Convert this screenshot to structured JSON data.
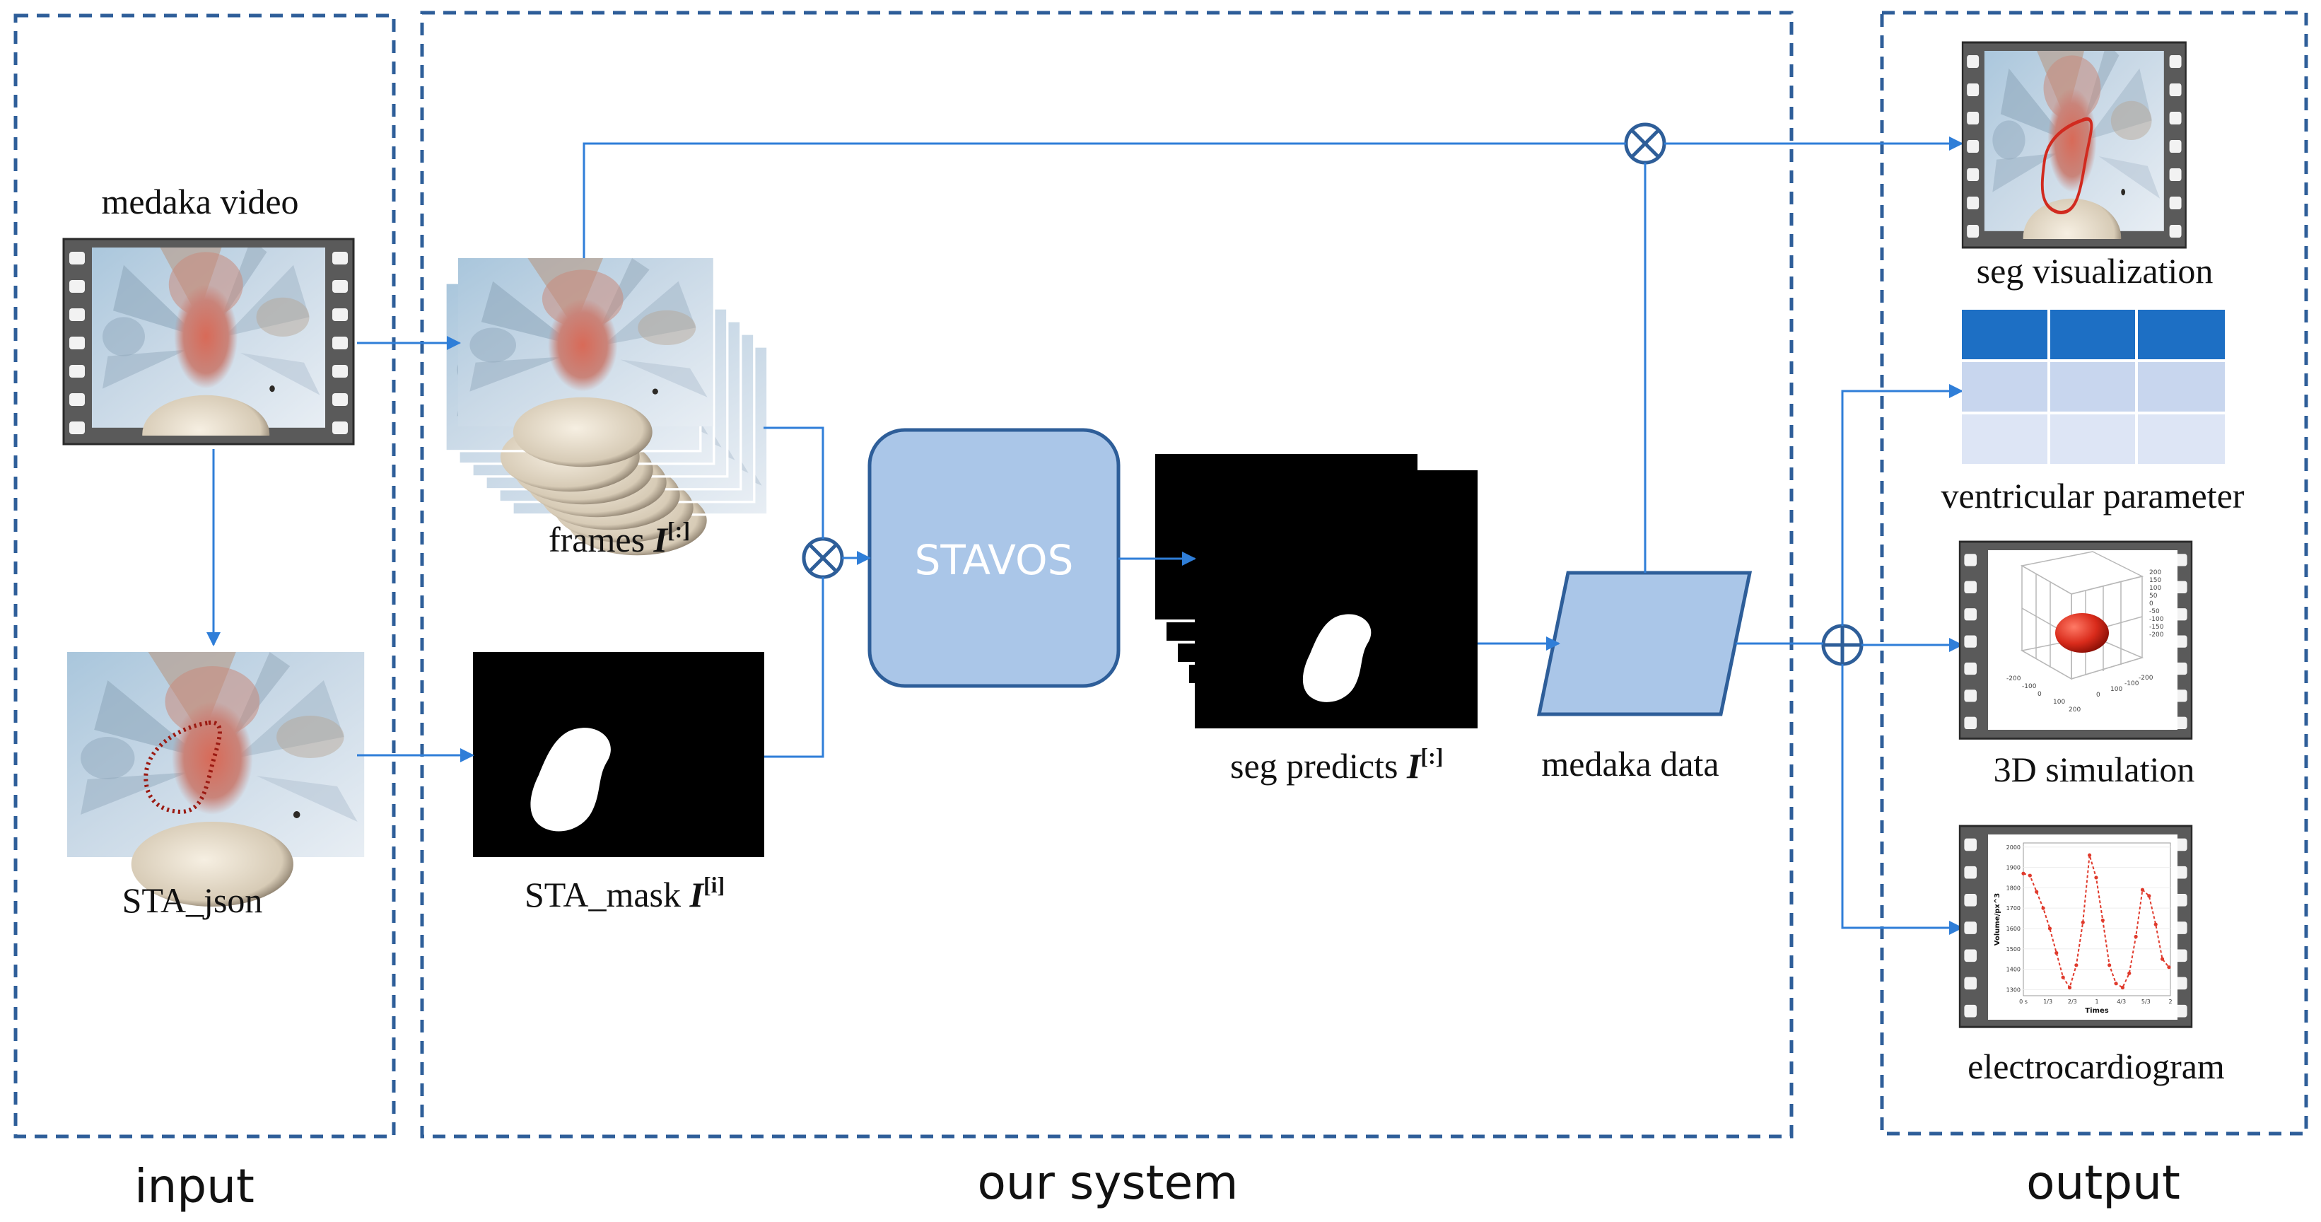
{
  "colors": {
    "border": "#2e5e99",
    "arrow": "#2f7ed8",
    "box_fill": "#aac6e8",
    "box_stroke": "#2e5e99",
    "mask": "#000000",
    "contour_red": "#d12a1f",
    "table_header": "#1d6fc4",
    "table_row": "#c8d6ee",
    "table_row_alt": "#dde5f5"
  },
  "sections": {
    "input": "input",
    "system": "our system",
    "output": "output"
  },
  "input": {
    "video_label": "medaka video",
    "json_label": "STA_json"
  },
  "system": {
    "frames_label": "frames ",
    "frames_sym": "I",
    "frames_sup": "[:]",
    "mask_label": "STA_mask ",
    "mask_sym": "I",
    "mask_sup": "[i]",
    "model_label": "STAVOS",
    "seg_label": "seg predicts ",
    "seg_sym": "I",
    "seg_sup": "[:]",
    "data_label": "medaka data"
  },
  "output": {
    "vis_label": "seg visualization",
    "param_label": "ventricular parameter",
    "sim_label": "3D simulation",
    "ecg_label": "electrocardiogram"
  },
  "sim_plot": {
    "z_ticks": [
      "200",
      "150",
      "100",
      "50",
      "0",
      "-50",
      "-100",
      "-150",
      "-200"
    ],
    "x_ticks": [
      "-200",
      "-100",
      "0",
      "100",
      "200"
    ],
    "y_ticks": [
      "0",
      "100",
      "-100",
      "-200"
    ]
  },
  "ecg_plot": {
    "ylabel": "Volume/px^3",
    "xlabel": "Times",
    "y_ticks": [
      "2000",
      "1900",
      "1800",
      "1700",
      "1600",
      "1500",
      "1400",
      "1300"
    ],
    "x_ticks": [
      "0 s",
      "1/3",
      "2/3",
      "1",
      "4/3",
      "5/3",
      "2"
    ],
    "chart_data": {
      "type": "line",
      "xlabel": "Times",
      "ylabel": "Volume/px^3",
      "x": [
        0.0,
        0.09,
        0.18,
        0.27,
        0.36,
        0.45,
        0.54,
        0.63,
        0.72,
        0.81,
        0.9,
        0.99,
        1.08,
        1.17,
        1.26,
        1.35,
        1.44,
        1.53,
        1.62,
        1.71,
        1.8,
        1.89,
        1.98
      ],
      "values": [
        1870,
        1860,
        1780,
        1700,
        1600,
        1480,
        1360,
        1310,
        1420,
        1630,
        1960,
        1850,
        1640,
        1420,
        1330,
        1310,
        1380,
        1560,
        1790,
        1760,
        1620,
        1450,
        1410
      ],
      "ylim": [
        1270,
        2020
      ]
    }
  }
}
